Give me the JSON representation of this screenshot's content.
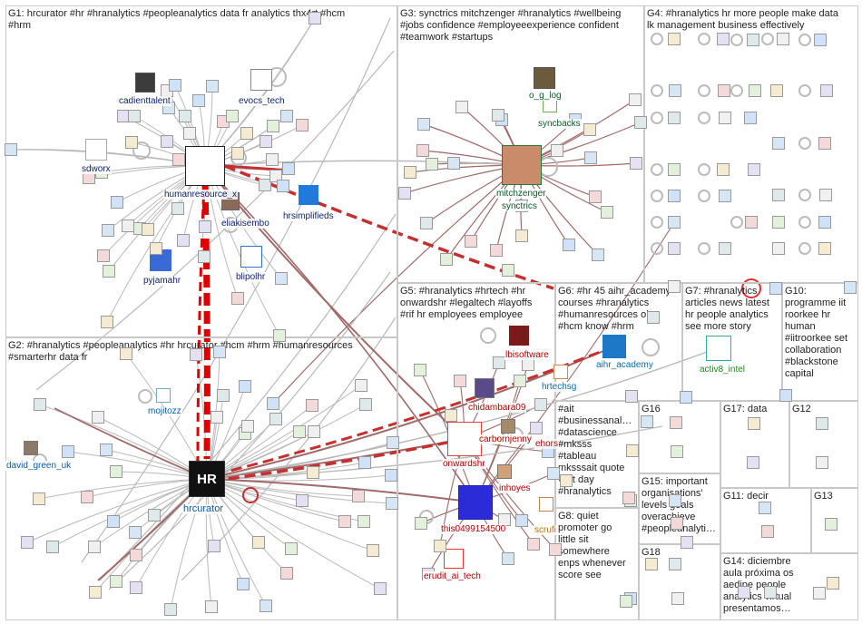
{
  "groups": [
    {
      "id": "g1",
      "text": "G1: hrcurator #hr #hranalytics #peopleanalytics data fr analytics thx4rt #hcm\n#hrm"
    },
    {
      "id": "g2",
      "text": "G2: #hranalytics #peopleanalytics #hr hrcurator #hcm #hrm #humanresources\n#smarterhr data fr"
    },
    {
      "id": "g3",
      "text": "G3: synctrics mitchzenger #hranalytics #wellbeing\n#jobs confidence #employeeexperience confident\n#teamwork #startups"
    },
    {
      "id": "g4",
      "text": "G4: #hranalytics hr more people make data\nlk management business effectively"
    },
    {
      "id": "g5",
      "text": "G5: #hranalytics #hrtech #hr\nonwardshr #legaltech #layoffs\n#rif hr employees employee"
    },
    {
      "id": "g6",
      "text": "G6: #hr 45 aihr_academy\ncourses #hranalytics\n#humanresources okrs\n#hcm know #hrm"
    },
    {
      "id": "g7",
      "text": "G7: #hranalytics\narticles news latest\nhr people analytics\nsee more story"
    },
    {
      "id": "g8",
      "text": "G8: quiet\npromoter go\nlittle sit\nsomewhere\nenps whenever\nscore see"
    },
    {
      "id": "g9",
      "text": "#ait\n#businessanal…\n#datascience\n#mksss\n#tableau\nmksssait quote\nvisit day\n#hranalytics"
    },
    {
      "id": "g10",
      "text": "G10: programme iit\nroorkee hr\nhuman\n#iitroorkee set\ncollaboration\n#blackstone\ncapital"
    },
    {
      "id": "g11",
      "text": "G11: decir"
    },
    {
      "id": "g12",
      "text": "G12"
    },
    {
      "id": "g13",
      "text": "G13"
    },
    {
      "id": "g14",
      "text": "G14: diciembre\naula próxima os\naedipe people\nanalytics virtual\npresentamos…"
    },
    {
      "id": "g15",
      "text": "G15: important\norganisations'\nlevels goals\noverachieve\n#peopleanalyti…"
    },
    {
      "id": "g16",
      "text": "G16"
    },
    {
      "id": "g17",
      "text": "G17: data"
    },
    {
      "id": "g18",
      "text": "G18"
    }
  ],
  "labels": {
    "hrcurator": "hrcurator",
    "humanresource_x": "humanresource_x",
    "cadienttalent": "cadienttalent",
    "evocs_tech": "evocs_tech",
    "sdworx": "sdworx",
    "eliakisembo": "eliakisembo",
    "hrsimplifieds": "hrsimplifieds",
    "pyjamahr": "pyjamahr",
    "blipolhr": "blipolhr",
    "mojitozz": "mojitozz",
    "david_green_uk": "david_green_uk",
    "mitchzenger": "mitchzenger",
    "synctrics": "synctrics",
    "o_g_log": "o_g_log",
    "syncbacks": "syncbacks",
    "lbisoftware": "lbisoftware",
    "chidambara09": "chidambara09",
    "carbornjenny": "carbornjenny",
    "onwardshr": "onwardshr",
    "inhoyes": "inhoyes",
    "this0499154500": "this0499154500",
    "erudit_ai_tech": "erudit_ai_tech",
    "aihr_academy": "aihr_academy",
    "hrtechsg": "hrtechsg",
    "activ8_intel": "activ8_intel",
    "scrufi": "scrufi",
    "ehors": "ehors"
  },
  "colors": {
    "edge": "#b9b9b9",
    "edge_strong": "#a06a6a",
    "edge_red": "#e00000",
    "panel_border": "#c8c8c8",
    "label_g1": "#0b1f6b",
    "label_g2": "#0a5aa8",
    "label_g3": "#0b5a2a",
    "label_g5": "#b00000",
    "label_g6": "#0a6ab0",
    "label_g7": "#1a8a1a",
    "label_g8": "#b07a00"
  }
}
